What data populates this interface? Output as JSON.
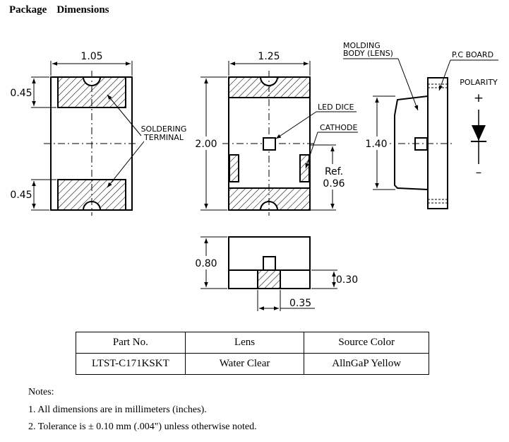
{
  "header": {
    "title_part1": "Package",
    "title_part2": "Dimensions"
  },
  "top_view": {
    "width": "1.05",
    "pad_top": "0.45",
    "pad_bottom": "0.45",
    "terminal_label_1": "SOLDERING",
    "terminal_label_2": "TERMINAL"
  },
  "front_view": {
    "width": "1.25",
    "height": "2.00",
    "led_dice": "LED DICE",
    "cathode": "CATHODE",
    "ref_1": "Ref.",
    "ref_2": "0.96"
  },
  "side_view": {
    "molding_1": "MOLDING",
    "molding_2": "BODY (LENS)",
    "pcb": "P.C BOARD",
    "polarity": "POLARITY",
    "plus": "+",
    "minus": "–",
    "height": "1.40"
  },
  "bottom_view": {
    "height": "0.80",
    "step": "0.30",
    "die_width": "0.35"
  },
  "table": {
    "headers": [
      "Part No.",
      "Lens",
      "Source Color"
    ],
    "rows": [
      [
        "LTST-C171KSKT",
        "Water Clear",
        "AllnGaP Yellow"
      ]
    ]
  },
  "notes": {
    "title": "Notes:",
    "items": [
      "1. All dimensions are in millimeters (inches).",
      "2. Tolerance is ± 0.10 mm (.004\") unless otherwise noted."
    ]
  }
}
